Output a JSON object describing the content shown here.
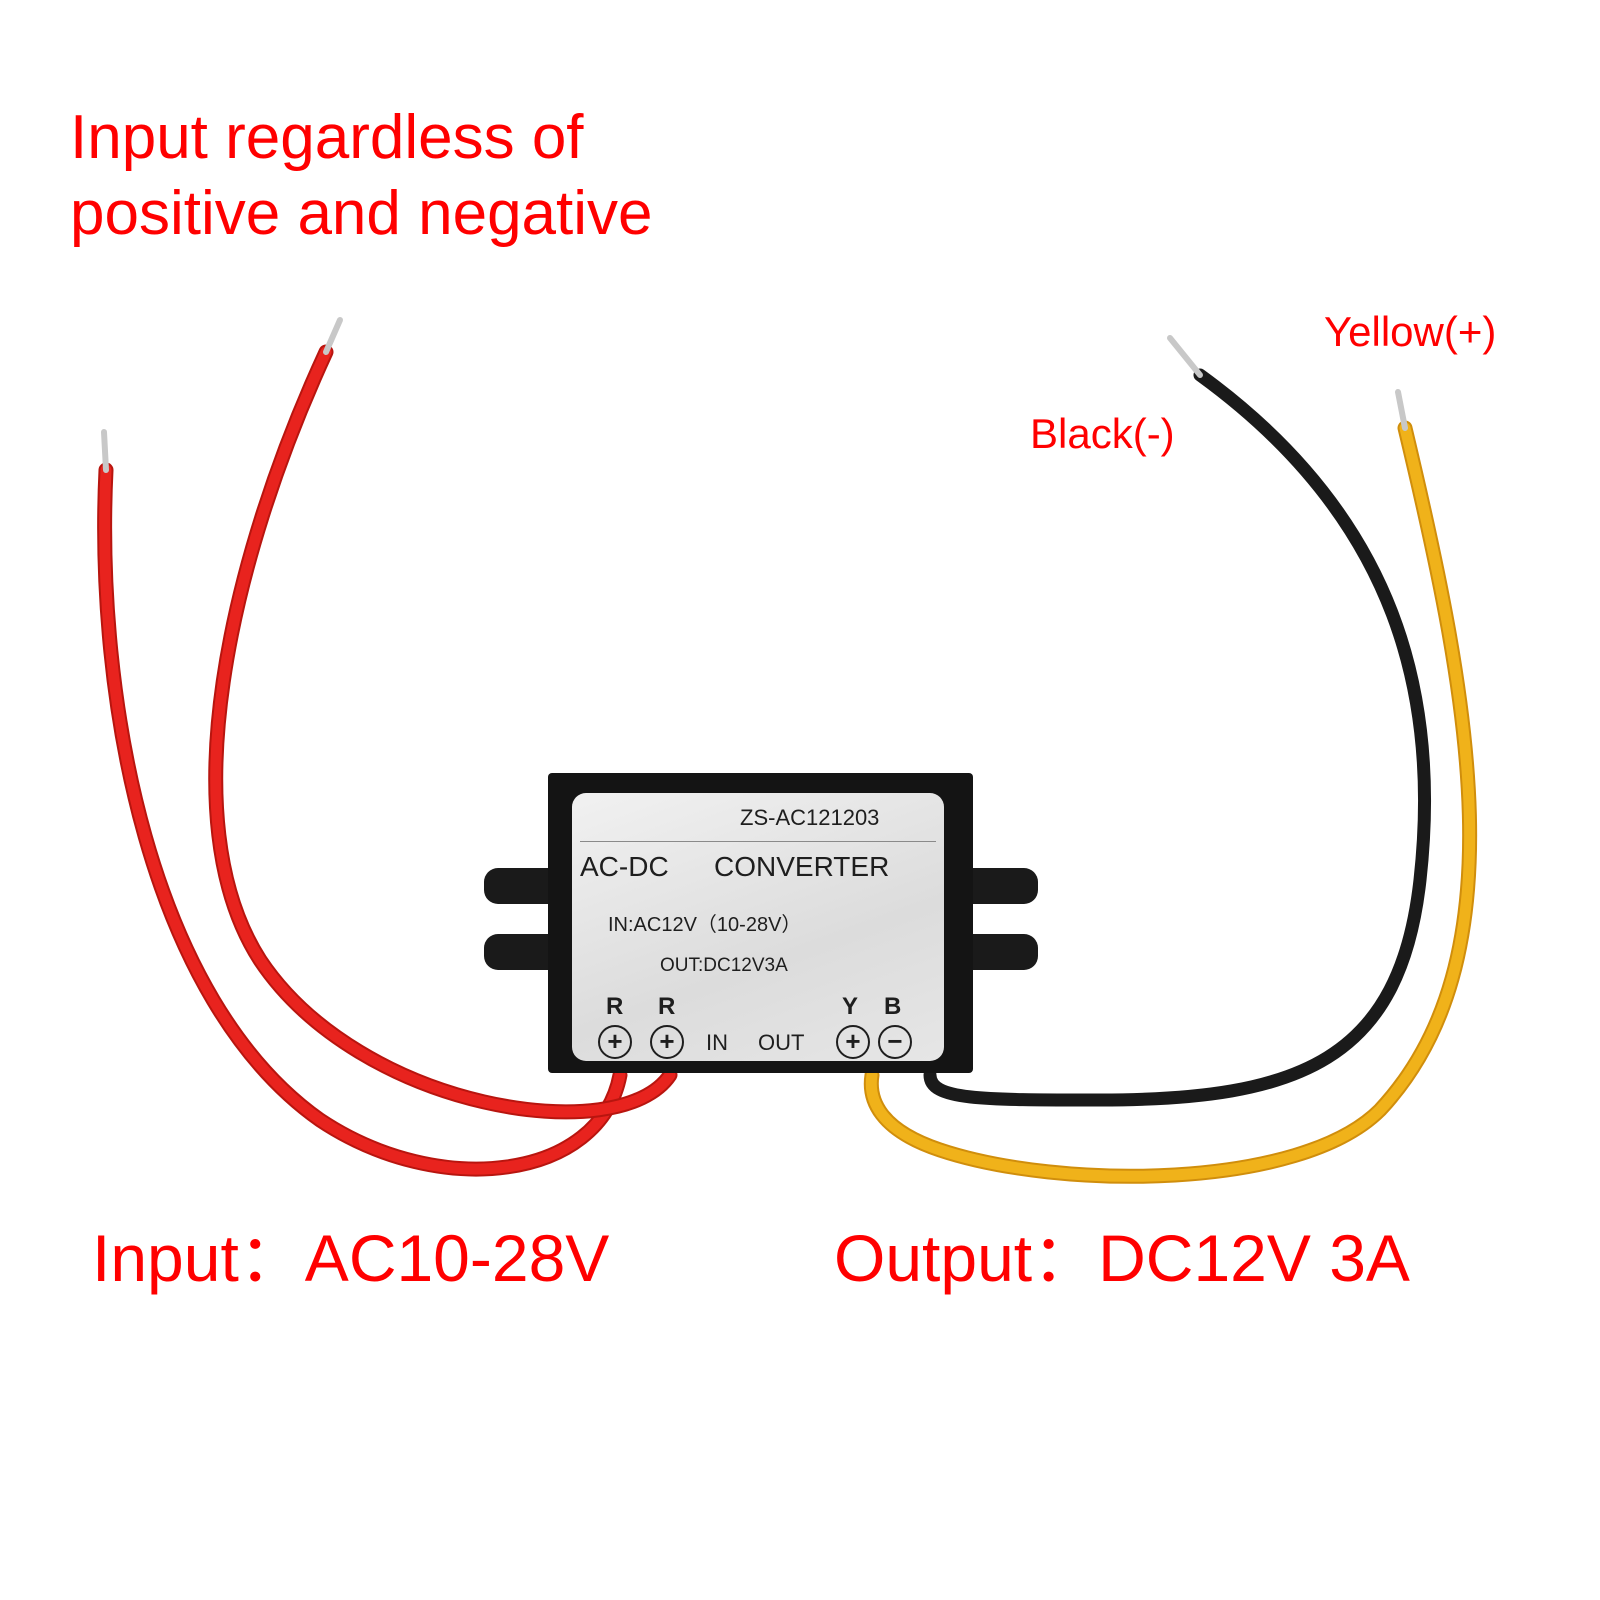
{
  "annotations": {
    "title_line1": "Input regardless of",
    "title_line2": "positive and negative",
    "yellow_wire_label": "Yellow(+)",
    "black_wire_label": "Black(-)",
    "input_spec": "Input：AC10-28V",
    "output_spec": "Output：DC12V 3A",
    "text_color": "#ff0000"
  },
  "device": {
    "model": "ZS-AC121203",
    "type_part1": "AC-DC",
    "type_part2": "CONVERTER",
    "input_rating": "IN:AC12V（10-28V）",
    "output_rating": "OUT:DC12V3A",
    "pins": [
      {
        "letter": "R",
        "symbol": "+"
      },
      {
        "letter": "R",
        "symbol": "+"
      },
      {
        "letter": "Y",
        "symbol": "+"
      },
      {
        "letter": "B",
        "symbol": "−"
      }
    ],
    "in_marker": "IN",
    "out_marker": "OUT"
  },
  "wires": {
    "input_color": "#e8231e",
    "output_positive_color": "#f0b21a",
    "output_negative_color": "#1a1a1a"
  }
}
